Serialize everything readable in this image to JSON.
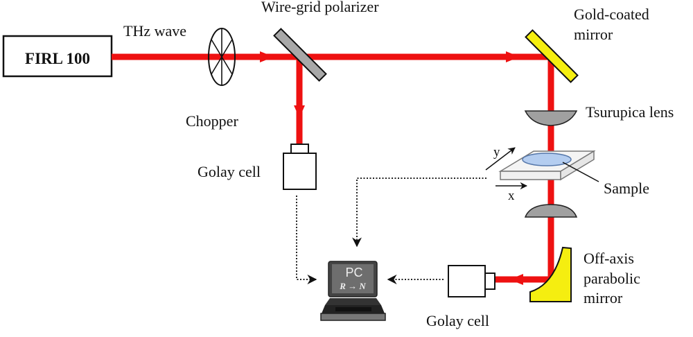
{
  "figure": {
    "source_label": "FIRL 100",
    "beam_label": "THz wave",
    "chopper_label": "Chopper",
    "polarizer_label": "Wire-grid polarizer",
    "mirror_label_line1": "Gold-coated",
    "mirror_label_line2": "mirror",
    "lens_label": "Tsurupica lens",
    "sample_label": "Sample",
    "axis_x_label": "x",
    "axis_y_label": "y",
    "reference_detector_label": "Golay cell",
    "signal_detector_label": "Golay cell",
    "parabolic_label_line1": "Off-axis",
    "parabolic_label_line2": "parabolic",
    "parabolic_label_line3": "mirror",
    "pc_label": "PC",
    "pc_sublabel": "R → N"
  },
  "colors": {
    "beam": "#ee1111",
    "gold": "#f5ee10",
    "polarizer": "#a8a8a8",
    "lens": "#a0a0a0",
    "sample": "#b4cdf0",
    "pc_screen": "#6e6e6e"
  }
}
